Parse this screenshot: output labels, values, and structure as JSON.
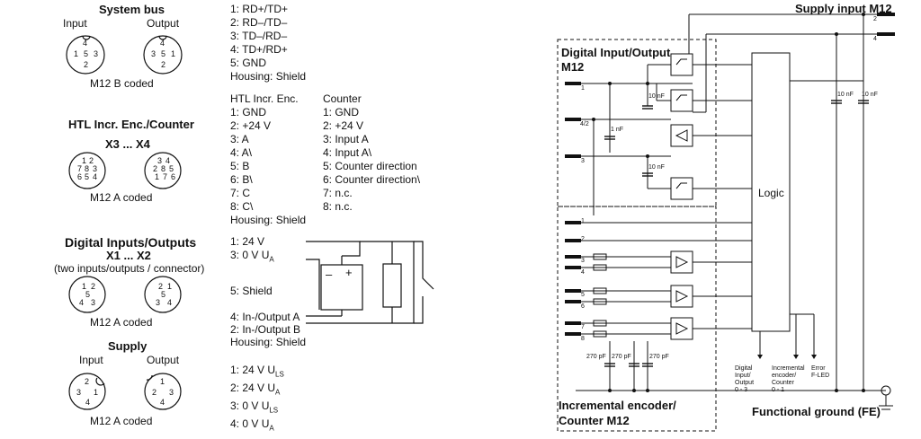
{
  "system_bus": {
    "title": "System bus",
    "input_label": "Input",
    "output_label": "Output",
    "coding": "M12 B coded",
    "pins": [
      "1: RD+/TD+",
      "2: RD–/TD–",
      "3: TD–/RD–",
      "4: TD+/RD+",
      "5: GND",
      "Housing: Shield"
    ]
  },
  "htl": {
    "title": "HTL Incr. Enc./Counter",
    "ports": "X3 ... X4",
    "coding": "M12 A coded",
    "col1_header": "HTL Incr. Enc.",
    "col1": [
      "1: GND",
      "2: +24 V",
      "3: A",
      "4: A\\",
      "5: B",
      "6: B\\",
      "7: C",
      "8: C\\",
      "Housing: Shield"
    ],
    "col2_header": "Counter",
    "col2": [
      "1: GND",
      "2: +24 V",
      "3: Input A",
      "4: Input A\\",
      "5: Counter direction",
      "6: Counter direction\\",
      "7: n.c.",
      "8: n.c."
    ]
  },
  "dio": {
    "title": "Digital Inputs/Outputs",
    "ports": "X1 ... X2",
    "subtitle": "(two inputs/outputs / connector)",
    "coding": "M12 A coded",
    "pin1": "1: 24 V",
    "pin3_main": "3: 0 V U",
    "pin3_sub": "A",
    "pin5": "5: Shield",
    "pin4": "4: In-/Output A",
    "pin2": "2: In-/Output B",
    "housing": "Housing: Shield",
    "polarity_minus": "–",
    "polarity_plus": "+"
  },
  "supply": {
    "title": "Supply",
    "input_label": "Input",
    "output_label": "Output",
    "coding": "M12 A coded",
    "pins": [
      {
        "main": "1: 24 V U",
        "sub": "LS"
      },
      {
        "main": "2: 24 V U",
        "sub": "A"
      },
      {
        "main": "3: 0 V U",
        "sub": "LS"
      },
      {
        "main": "4: 0 V U",
        "sub": "A"
      }
    ]
  },
  "schematic": {
    "supply_input": "Supply input M12",
    "dio_box": [
      "Digital Input/Output",
      "M12"
    ],
    "enc_box": [
      "Incremental encoder/",
      "Counter M12"
    ],
    "logic": "Logic",
    "fe": "Functional ground (FE)",
    "cap_10nf": "10 nF",
    "cap_1nf": "1 nF",
    "cap_270pf": "270 pF",
    "led_dio": [
      "Digital",
      "Input/",
      "Output",
      "0 - 3"
    ],
    "led_enc": [
      "Incremental",
      "encoder/",
      "Counter",
      "0 - 1"
    ],
    "led_err": [
      "Error",
      "F-LED"
    ],
    "pin_numbers": {
      "n1": "1",
      "n42": "4/2",
      "n3": "3",
      "n2": "2",
      "n4": "4",
      "n5": "5",
      "n6": "6",
      "n7": "7",
      "n8": "8"
    }
  }
}
